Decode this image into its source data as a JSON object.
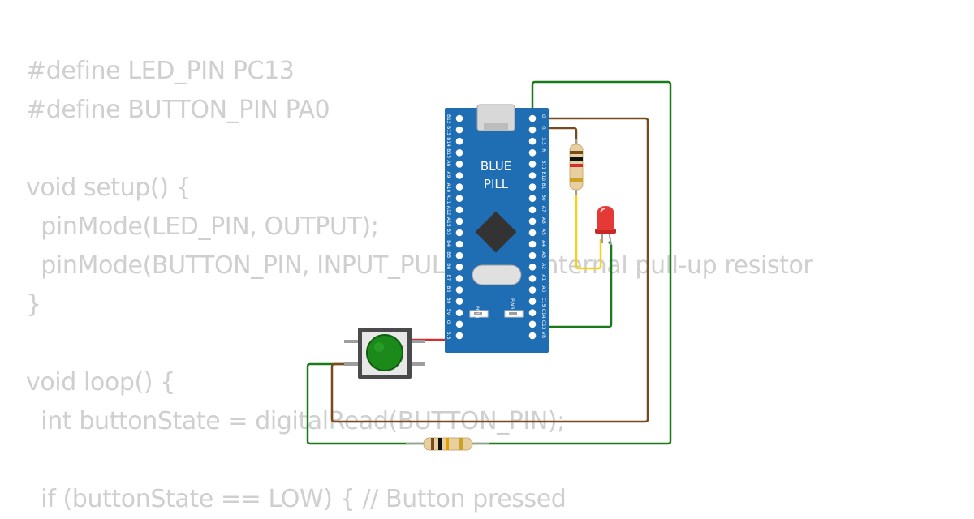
{
  "code": {
    "lines": [
      "#define LED_PIN PC13",
      "#define BUTTON_PIN PA0",
      "",
      "void setup() {",
      "  pinMode(LED_PIN, OUTPUT);",
      "  pinMode(BUTTON_PIN, INPUT_PULLUP); // Internal pull-up resistor",
      "}",
      "",
      "void loop() {",
      "  int buttonState = digitalRead(BUTTON_PIN);",
      "",
      "  if (buttonState == LOW) { // Button pressed"
    ]
  },
  "board": {
    "name_line1": "BLUE",
    "name_line2": "PILL",
    "color": "#1f6db3",
    "left_pin_labels": [
      "B12",
      "B13",
      "B14",
      "B15",
      "A8",
      "A9",
      "A10",
      "A11",
      "A12",
      "A15",
      "B3",
      "B4",
      "B5",
      "B6",
      "B7",
      "B8",
      "B9",
      "5V",
      "G",
      "3.3"
    ],
    "right_pin_labels": [
      "G",
      "G",
      "3.3",
      "R",
      "B11",
      "B10",
      "B1",
      "B0",
      "A7",
      "A6",
      "A5",
      "A4",
      "A3",
      "A2",
      "A1",
      "A0",
      "C15",
      "C14",
      "C13",
      "VB"
    ],
    "pc13_label": "PC13",
    "pwr_label": "PWR"
  },
  "components": {
    "led_color": "#e53935",
    "button_color": "#1b8a1b",
    "wire_colors": {
      "green": "#1a7a1a",
      "brown": "#7a4a1e",
      "red": "#d32f2f",
      "yellow": "#f2d21b"
    }
  }
}
